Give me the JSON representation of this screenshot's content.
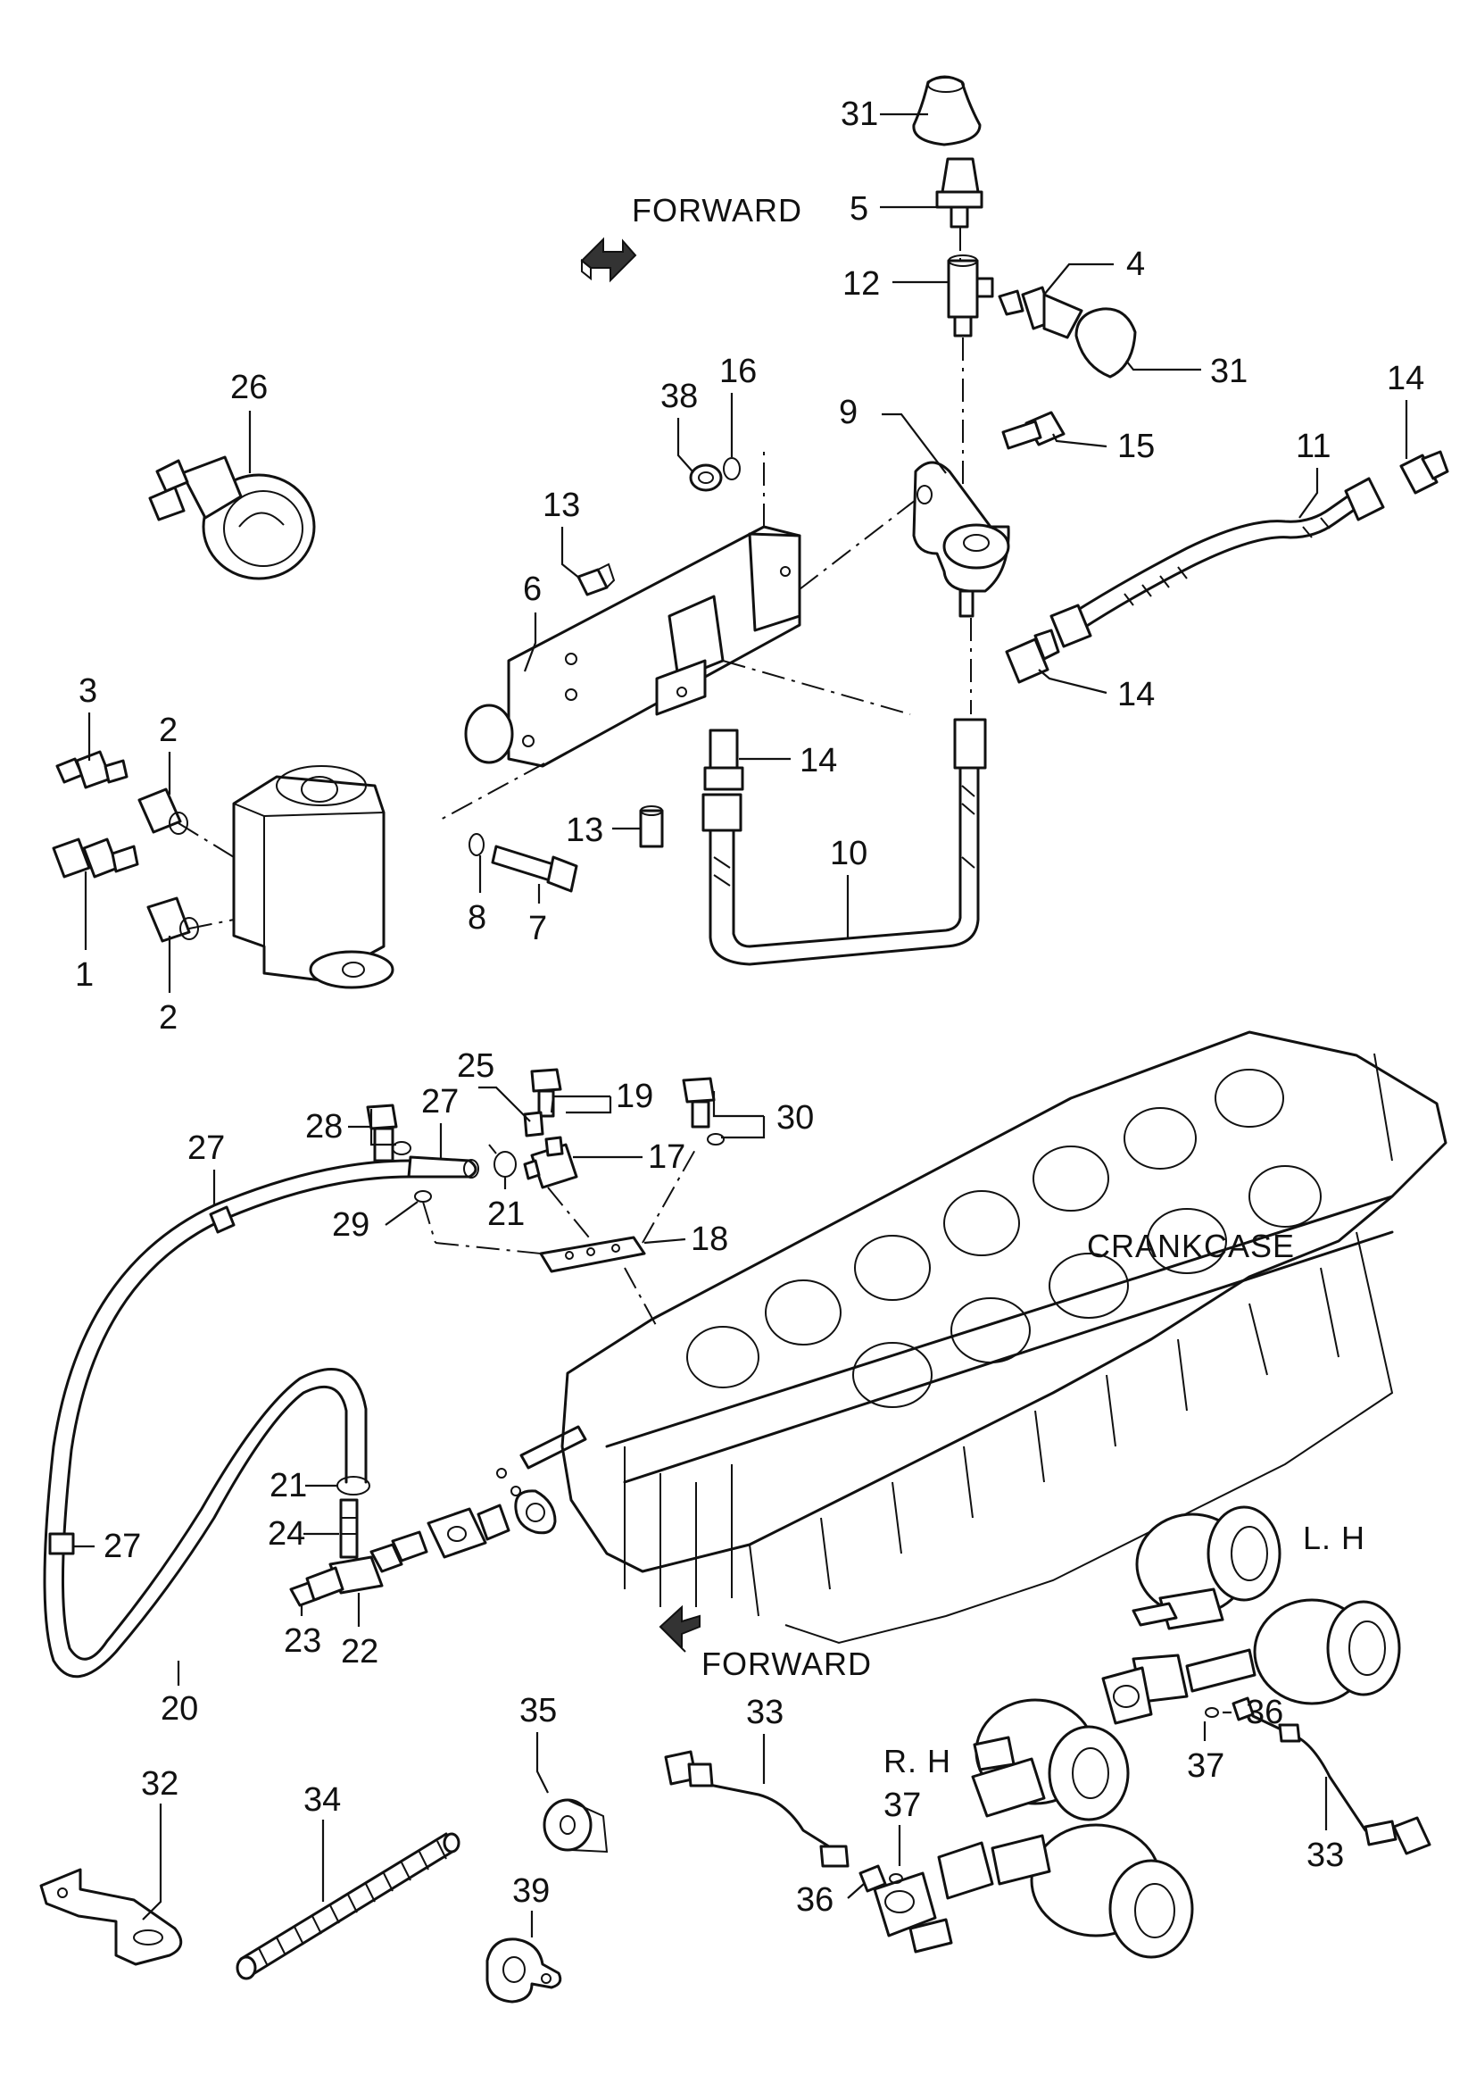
{
  "labels": {
    "forward_top": "FORWARD",
    "forward_bottom": "FORWARD",
    "crankcase": "CRANKCASE",
    "lh": "L. H",
    "rh": "R. H"
  },
  "callouts": [
    {
      "id": "c31a",
      "text": "31"
    },
    {
      "id": "c5",
      "text": "5"
    },
    {
      "id": "c12",
      "text": "12"
    },
    {
      "id": "c4",
      "text": "4"
    },
    {
      "id": "c31b",
      "text": "31"
    },
    {
      "id": "c26",
      "text": "26"
    },
    {
      "id": "c38",
      "text": "38"
    },
    {
      "id": "c16",
      "text": "16"
    },
    {
      "id": "c9",
      "text": "9"
    },
    {
      "id": "c15",
      "text": "15"
    },
    {
      "id": "c11",
      "text": "11"
    },
    {
      "id": "c14a",
      "text": "14"
    },
    {
      "id": "c13a",
      "text": "13"
    },
    {
      "id": "c6",
      "text": "6"
    },
    {
      "id": "c14b",
      "text": "14"
    },
    {
      "id": "c3",
      "text": "3"
    },
    {
      "id": "c2a",
      "text": "2"
    },
    {
      "id": "c14c",
      "text": "14"
    },
    {
      "id": "c13b",
      "text": "13"
    },
    {
      "id": "c10",
      "text": "10"
    },
    {
      "id": "c8",
      "text": "8"
    },
    {
      "id": "c7",
      "text": "7"
    },
    {
      "id": "c1",
      "text": "1"
    },
    {
      "id": "c2b",
      "text": "2"
    },
    {
      "id": "c25",
      "text": "25"
    },
    {
      "id": "c19",
      "text": "19"
    },
    {
      "id": "c30",
      "text": "30"
    },
    {
      "id": "c28",
      "text": "28"
    },
    {
      "id": "c27a",
      "text": "27"
    },
    {
      "id": "c27b",
      "text": "27"
    },
    {
      "id": "c17",
      "text": "17"
    },
    {
      "id": "c21a",
      "text": "21"
    },
    {
      "id": "c29",
      "text": "29"
    },
    {
      "id": "c18",
      "text": "18"
    },
    {
      "id": "c21b",
      "text": "21"
    },
    {
      "id": "c24",
      "text": "24"
    },
    {
      "id": "c27c",
      "text": "27"
    },
    {
      "id": "c22",
      "text": "22"
    },
    {
      "id": "c23",
      "text": "23"
    },
    {
      "id": "c20",
      "text": "20"
    },
    {
      "id": "c36a",
      "text": "36"
    },
    {
      "id": "c37a",
      "text": "37"
    },
    {
      "id": "c33a",
      "text": "33"
    },
    {
      "id": "c35",
      "text": "35"
    },
    {
      "id": "c32",
      "text": "32"
    },
    {
      "id": "c34",
      "text": "34"
    },
    {
      "id": "c33b",
      "text": "33"
    },
    {
      "id": "c37b",
      "text": "37"
    },
    {
      "id": "c36b",
      "text": "36"
    },
    {
      "id": "c39",
      "text": "39"
    }
  ]
}
